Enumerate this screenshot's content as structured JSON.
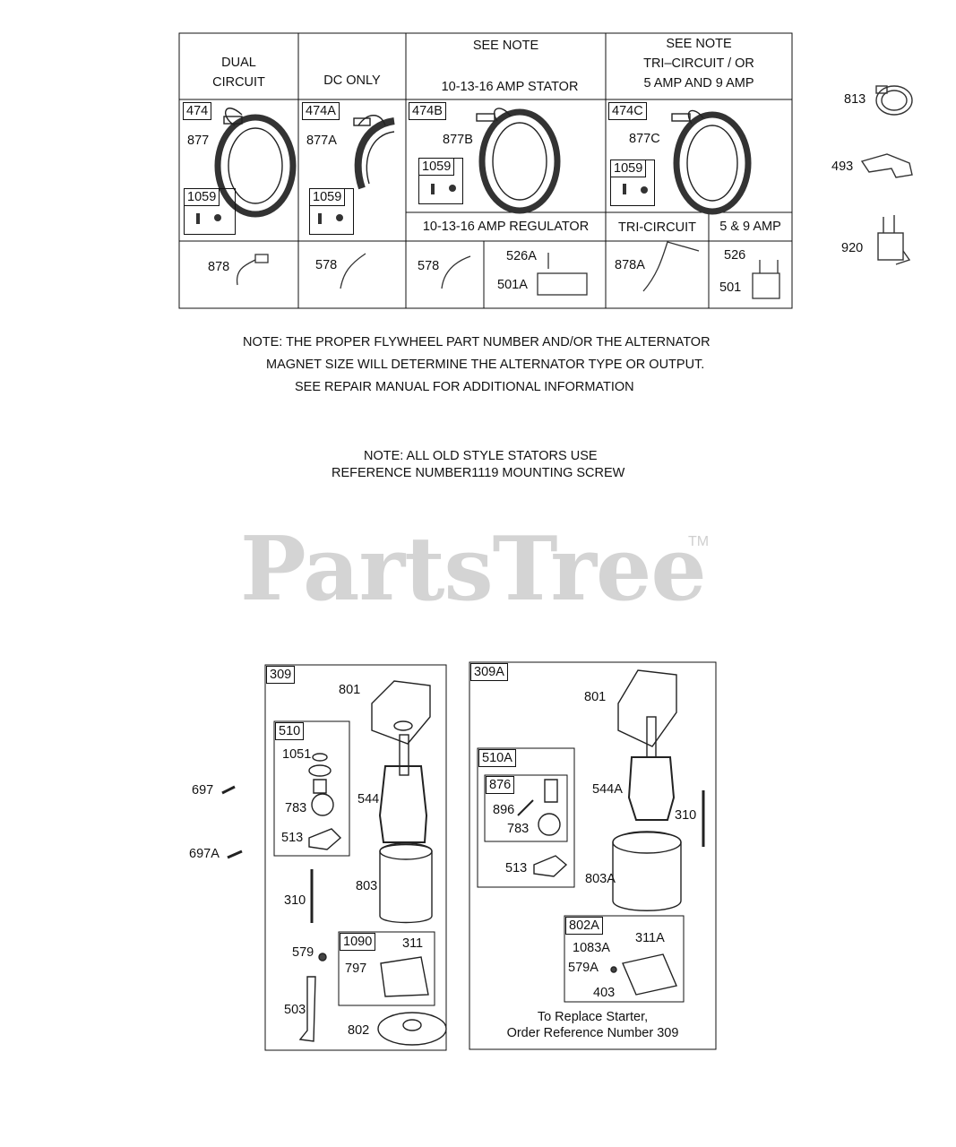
{
  "alternator_table": {
    "headers": {
      "dual_circuit_l1": "DUAL",
      "dual_circuit_l2": "CIRCUIT",
      "dc_only": "DC ONLY",
      "see_note_1": "SEE NOTE",
      "stator_16": "10-13-16 AMP STATOR",
      "see_note_2": "SEE NOTE",
      "tri_or_l1": "TRI–CIRCUIT / OR",
      "tri_or_l2": "5 AMP AND 9 AMP"
    },
    "sub_headers": {
      "regulator": "10-13-16 AMP REGULATOR",
      "tri_circuit": "TRI-CIRCUIT",
      "five_nine": "5 & 9 AMP"
    },
    "tags": [
      "474",
      "474A",
      "474B",
      "474C",
      "1059",
      "1059",
      "1059",
      "1059"
    ],
    "stator_labels": [
      "877",
      "877A",
      "877B",
      "877C"
    ],
    "wire_labels": [
      "878",
      "578",
      "578",
      "526A",
      "501A",
      "878A",
      "526",
      "501"
    ]
  },
  "side_parts": [
    "813",
    "493",
    "920"
  ],
  "notes": {
    "flywheel_l1": "NOTE: THE PROPER FLYWHEEL PART NUMBER AND/OR THE ALTERNATOR",
    "flywheel_l2": "MAGNET SIZE WILL DETERMINE THE ALTERNATOR TYPE OR OUTPUT.",
    "flywheel_l3": "SEE REPAIR MANUAL FOR ADDITIONAL INFORMATION",
    "stators_l1": "NOTE: ALL OLD STYLE STATORS USE",
    "stators_l2": "REFERENCE NUMBER1119  MOUNTING SCREW"
  },
  "watermark": {
    "text": "PartsTree",
    "tm": "TM"
  },
  "starter_309": {
    "tag": "309",
    "sub_tags": [
      "510",
      "1090"
    ],
    "labels": [
      "801",
      "1051",
      "783",
      "513",
      "544",
      "803",
      "310",
      "579",
      "797",
      "311",
      "503",
      "802"
    ]
  },
  "screws": [
    "697",
    "697A"
  ],
  "starter_309A": {
    "tag": "309A",
    "sub_tags": [
      "510A",
      "876",
      "802A"
    ],
    "labels": [
      "801",
      "544A",
      "310",
      "896",
      "783",
      "513",
      "803A",
      "1083A",
      "311A",
      "579A",
      "403"
    ],
    "footer_l1": "To Replace Starter,",
    "footer_l2": "Order Reference Number 309"
  }
}
